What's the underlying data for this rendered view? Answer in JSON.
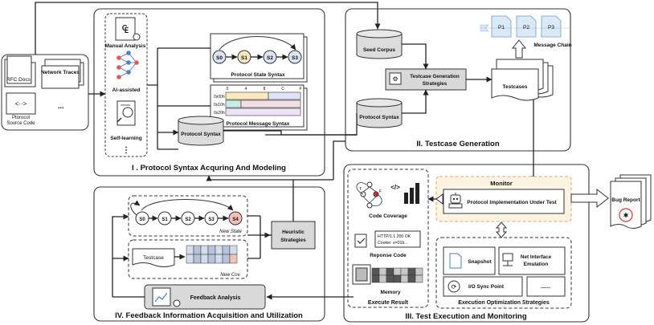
{
  "panels": {
    "p1_title": "I . Protocol Syntax Acquring And Modeling",
    "p2_title": "II. Testcase Generation",
    "p3_title": "III. Test Execution and Monitoring",
    "p4_title": "IV. Feedback Information Acquisition and Utilization"
  },
  "inputs": {
    "rfc_docs": "RFC Docs",
    "network_traces": "Network Traces",
    "protocol_source_code": [
      "Ptorocol",
      "Source Code"
    ],
    "ellipsis": "..."
  },
  "modeling": {
    "manual_analysis": "Manual Analysis",
    "ai_assisted": "AI-assisted",
    "self_learning": "Self-learning",
    "vertical_dots": "⋮",
    "protocol_state_syntax": "Protocol State Syntax",
    "protocol_message_syntax": "Protocol Message Syntax",
    "protocol_syntax_db": "Protocol Syntax",
    "states": [
      "S0",
      "S1",
      "S2",
      "S3"
    ],
    "hex_header": [
      "0",
      "4",
      "8",
      "C",
      "F"
    ],
    "hex_rows": [
      "0x00h",
      "0x10h",
      "0x20h"
    ]
  },
  "generation": {
    "seed_corpus": "Seed Corpus",
    "protocol_syntax_db": "Protocol Syntax",
    "strategies": [
      "Testcase Generation",
      "Strategies"
    ],
    "testcases": "Testcases",
    "message_chain": "Message Chain",
    "packets": [
      "P1",
      "P2",
      "P3"
    ]
  },
  "execution": {
    "monitor": "Monitor",
    "put": "Protocol Implementation Under Test",
    "bug_report": "Bug Report",
    "code_coverage": "Code Coverage",
    "code_symbol": "</>",
    "response_code": "Reponse Code",
    "http_line1": "HTTP/1.1 200 OK",
    "http_line2": "Cookie: s=01b...",
    "memory": "Memory",
    "execute_result": "Execute Result",
    "snapshot": "Snapshot",
    "net_interface": [
      "Net Interface",
      "Emulation"
    ],
    "io_sync": "I/O Sync Point",
    "more": "......",
    "optimization": "Execution Optimization Strategies"
  },
  "feedback": {
    "states": [
      "S0",
      "S1",
      "S2",
      "S3",
      "S4"
    ],
    "new_state": "New State",
    "testcase": "Testcase",
    "new_cov": "New Cov.",
    "heuristic": [
      "Heuristic",
      "Strategies"
    ],
    "feedback_analysis": "Feedback Analysis"
  },
  "colors": {
    "accent_red": "#e03030",
    "monitor_fill": "#fdf3e3",
    "monitor_border": "#e4a860",
    "packet_fill": "#dbe9f6",
    "gray_box": "#d9d9d9"
  }
}
